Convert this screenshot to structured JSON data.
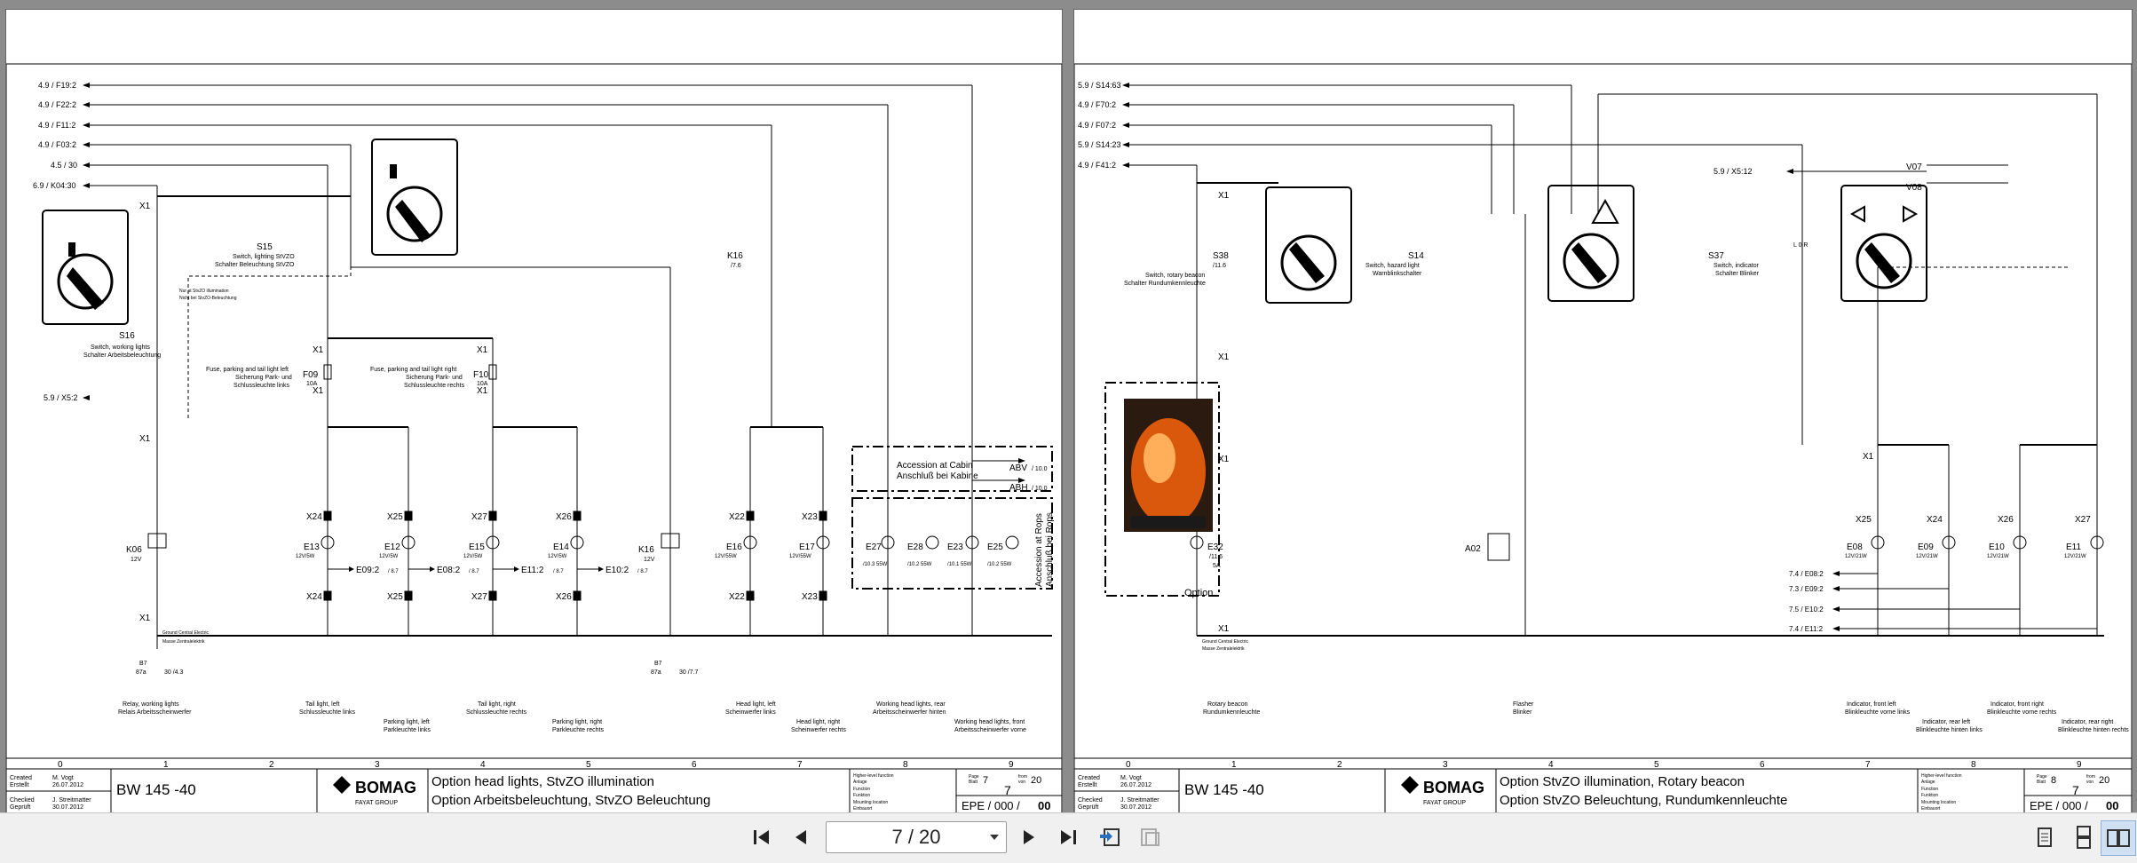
{
  "toolbar": {
    "page_indicator": "7 / 20",
    "icons": [
      "first-page-icon",
      "prev-page-icon",
      "next-page-icon",
      "last-page-icon",
      "back-view-icon",
      "forward-view-icon",
      "single-page-icon",
      "continuous-page-icon",
      "two-page-icon"
    ]
  },
  "page1": {
    "refs": [
      "4.9 / F19:2",
      "4.9 / F22:2",
      "4.9 / F11:2",
      "4.9 / F03:2",
      "4.5 / 30",
      "6.9 / K04:30",
      "5.9 / X5:2"
    ],
    "labels": {
      "x1": "X1",
      "s15": "S15",
      "s15_desc1": "Switch, lighting StVZO",
      "s15_desc2": "Schalter Beleuchtung StVZO",
      "s16": "S16",
      "s16_desc1": "Switch, working lights",
      "s16_desc2": "Schalter Arbeitsbeleuchtung",
      "f09": "F09",
      "f10": "F10",
      "amp10": "10A",
      "f09_desc1": "Fuse, parking and tail light left",
      "f09_desc2": "Sicherung Park- und",
      "f09_desc3": "Schlussleuchte links",
      "f10_desc1": "Fuse, parking and tail light right",
      "f10_desc2": "Sicherung Park- und",
      "f10_desc3": "Schlussleuchte rechts",
      "k16_top": "K16",
      "k16_sub": "/7.6",
      "k06": "K06",
      "k16": "K16",
      "v12": "12V",
      "cabin1": "Accession at Cabin",
      "cabin2": "Anschluß bei Kabine",
      "abv": "ABV",
      "abv_ref": "/ 10.0",
      "abh": "ABH",
      "abh_ref": "/ 10.0",
      "rops1": "Accession at Rops",
      "rops2": "Anschluß bei Rops",
      "e09": "E09:2",
      "e08": "E08:2",
      "e11": "E11:2",
      "e10": "E10:2",
      "ref87": "/ 8.7",
      "gnd1": "Ground Central Electric",
      "gnd2": "Masse Zentralelektrik",
      "b7_1": "B7",
      "b7_2": "87a",
      "b7_ref1": "30 /4.3",
      "b7_ref2": "30 /7.7",
      "note1": "Nur at StvZO illumination",
      "note2": "Nicht bei StvZO-Beleuchtung"
    },
    "lamps": [
      {
        "id": "E13",
        "spec": "12V/5W"
      },
      {
        "id": "E12",
        "spec": "12V/5W"
      },
      {
        "id": "E15",
        "spec": "12V/5W"
      },
      {
        "id": "E14",
        "spec": "12V/5W"
      },
      {
        "id": "E16",
        "spec": "12V/55W"
      },
      {
        "id": "E17",
        "spec": "12V/55W"
      },
      {
        "id": "E27",
        "spec": "/10.3 55W"
      },
      {
        "id": "E28",
        "spec": "/10.2 55W"
      },
      {
        "id": "E23",
        "spec": "/10.1 55W"
      },
      {
        "id": "E25",
        "spec": "/10.2 55W"
      }
    ],
    "xconn": [
      "X24",
      "X25",
      "X27",
      "X26",
      "X22",
      "X23"
    ],
    "bottom_texts": [
      [
        "Relay, working lights",
        "Relais Arbeitsscheinwerfer"
      ],
      [
        "Tail light, left",
        "Schlussleuchte links"
      ],
      [
        "Parking light, left",
        "Parkleuchte links"
      ],
      [
        "Tail light, right",
        "Schlussleuchte rechts"
      ],
      [
        "Parking light, right",
        "Parkleuchte rechts"
      ],
      [
        "Head light, left",
        "Scheinwerfer links"
      ],
      [
        "Head light, right",
        "Scheinwerfer rechts"
      ],
      [
        "Working head lights, rear",
        "Arbeitsscheinwerfer hinten"
      ],
      [
        "Working head lights, front",
        "Arbeitsscheinwerfer vorne"
      ]
    ],
    "columns": [
      "0",
      "1",
      "2",
      "3",
      "4",
      "5",
      "6",
      "7",
      "8",
      "9"
    ],
    "title": {
      "created_label": "Created",
      "created_de": "Erstellt",
      "created_by": "M. Vogt",
      "created_date": "26.07.2012",
      "checked_label": "Checked",
      "checked_de": "Geprüft",
      "checked_by": "J. Streitmatter",
      "checked_date": "30.07.2012",
      "model": "BW 145 -40",
      "brand": "BOMAG",
      "brand_sub": "FAYAT GROUP",
      "desc_en": "Option head lights, StvZO illumination",
      "desc_de": "Option Arbeitsbeleuchtung, StvZO Beleuchtung",
      "meta": [
        "Higher-level function",
        "Anlage",
        "Function",
        "Funktion",
        "Mounting location",
        "Einbauort"
      ],
      "sheet_label": "Page",
      "sheet_de": "Blatt",
      "sheet": "7",
      "of_label": "from",
      "of_de": "von",
      "of": "20",
      "sheet_big": "7",
      "epe": "EPE / 000 /",
      "epe_end": "00"
    }
  },
  "page2": {
    "refs": [
      "5.9 / S14:63",
      "4.9 / F70:2",
      "4.9 / F07:2",
      "5.9 / S14:23",
      "4.9 / F41:2",
      "5.9 / X5:12"
    ],
    "labels": {
      "x1": "X1",
      "s38": "S38",
      "s38_sub": "/11.6",
      "s38_desc1": "Switch, rotary beacon",
      "s38_desc2": "Schalter Rundumkennleuchte",
      "s14": "S14",
      "s14_desc1": "Switch, hazard light",
      "s14_desc2": "Warnblinkschalter",
      "s37": "S37",
      "s37_desc1": "Switch, indicator",
      "s37_desc2": "Schalter Blinker",
      "v07": "V07",
      "v08": "V08",
      "e32": "E32",
      "e32_sub": "/11.6",
      "e32_amp": "5A",
      "option": "Option",
      "a02": "A02",
      "gnd1": "Ground Central Electric",
      "gnd2": "Masse Zentralelektrik",
      "lor": "L 0 R"
    },
    "lamps": [
      {
        "id": "E08",
        "spec": "12V/21W"
      },
      {
        "id": "E09",
        "spec": "12V/21W"
      },
      {
        "id": "E10",
        "spec": "12V/21W"
      },
      {
        "id": "E11",
        "spec": "12V/21W"
      }
    ],
    "xconn": [
      "X25",
      "X24",
      "X26",
      "X27"
    ],
    "out_refs": [
      "7.4 / E08:2",
      "7.3 / E09:2",
      "7.5 / E10:2",
      "7.4 / E11:2"
    ],
    "bottom_texts": [
      [
        "Rotary beacon",
        "Rundumkennleuchte"
      ],
      [
        "Flasher",
        "Blinker"
      ],
      [
        "Indicator, front left",
        "Blinkleuchte vorne links"
      ],
      [
        "Indicator, rear left",
        "Blinkleuchte hinten links"
      ],
      [
        "Indicator, front right",
        "Blinkleuchte vorne rechts"
      ],
      [
        "Indicator, rear right",
        "Blinkleuchte hinten rechts"
      ]
    ],
    "columns": [
      "0",
      "1",
      "2",
      "3",
      "4",
      "5",
      "6",
      "7",
      "8",
      "9"
    ],
    "title": {
      "created_label": "Created",
      "created_de": "Erstellt",
      "created_by": "M. Vogt",
      "created_date": "26.07.2012",
      "checked_label": "Checked",
      "checked_de": "Geprüft",
      "checked_by": "J. Streitmatter",
      "checked_date": "30.07.2012",
      "model": "BW 145 -40",
      "brand": "BOMAG",
      "brand_sub": "FAYAT GROUP",
      "desc_en": "Option StvZO illumination, Rotary beacon",
      "desc_de": "Option StvZO Beleuchtung, Rundumkennleuchte",
      "meta": [
        "Higher-level function",
        "Anlage",
        "Function",
        "Funktion",
        "Mounting location",
        "Einbauort"
      ],
      "sheet_label": "Page",
      "sheet_de": "Blatt",
      "sheet": "8",
      "of_label": "from",
      "of_de": "von",
      "of": "20",
      "sheet_big": "7",
      "epe": "EPE / 000 /",
      "epe_end": "00"
    }
  }
}
